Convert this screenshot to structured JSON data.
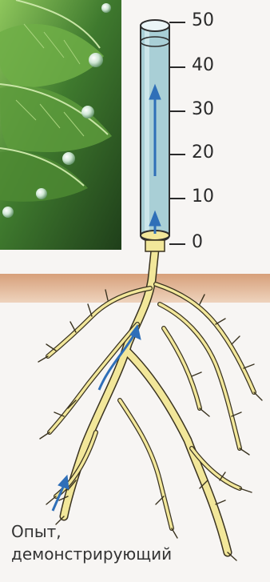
{
  "scale": {
    "ticks": [
      "50",
      "40",
      "30",
      "20",
      "10",
      "0"
    ]
  },
  "caption": {
    "line1": "Опыт,",
    "line2": "демонстрирующий"
  },
  "colors": {
    "tube_fill": "#a9cfd6",
    "tube_stroke": "#2e2e2e",
    "root_fill": "#f2e79a",
    "root_stroke": "#3a3320",
    "soil": "#d9a57c",
    "arrow": "#2f6fb8",
    "leaf_dark": "#27531f",
    "leaf_light": "#7fbf55"
  },
  "icons": [
    "leaf-photo",
    "up-arrow-icon"
  ]
}
